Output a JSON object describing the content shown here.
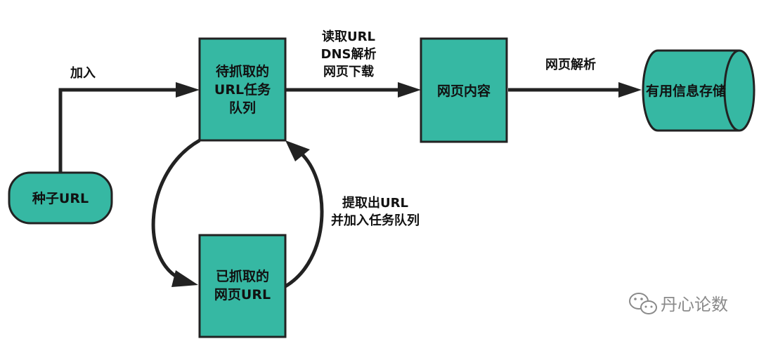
{
  "nodes": {
    "seed": {
      "label": "种子URL"
    },
    "queue": {
      "lines": [
        "待抓取的",
        "URL任务",
        "队列"
      ]
    },
    "fetched": {
      "lines": [
        "已抓取的",
        "网页URL"
      ]
    },
    "content": {
      "label": "网页内容"
    },
    "storage": {
      "label": "有用信息存储"
    }
  },
  "edges": {
    "seed_to_queue": {
      "label": "加入"
    },
    "queue_to_content": {
      "lines": [
        "读取URL",
        "DNS解析",
        "网页下载"
      ]
    },
    "content_to_storage": {
      "label": "网页解析"
    },
    "fetched_to_queue": {
      "lines": [
        "提取出URL",
        "并加入任务队列"
      ]
    }
  },
  "watermark": {
    "text": "丹心论数",
    "icon": "wechat-icon"
  },
  "colors": {
    "node_fill": "#36b8a3",
    "stroke": "#222222",
    "watermark": "#8a8a8a"
  }
}
